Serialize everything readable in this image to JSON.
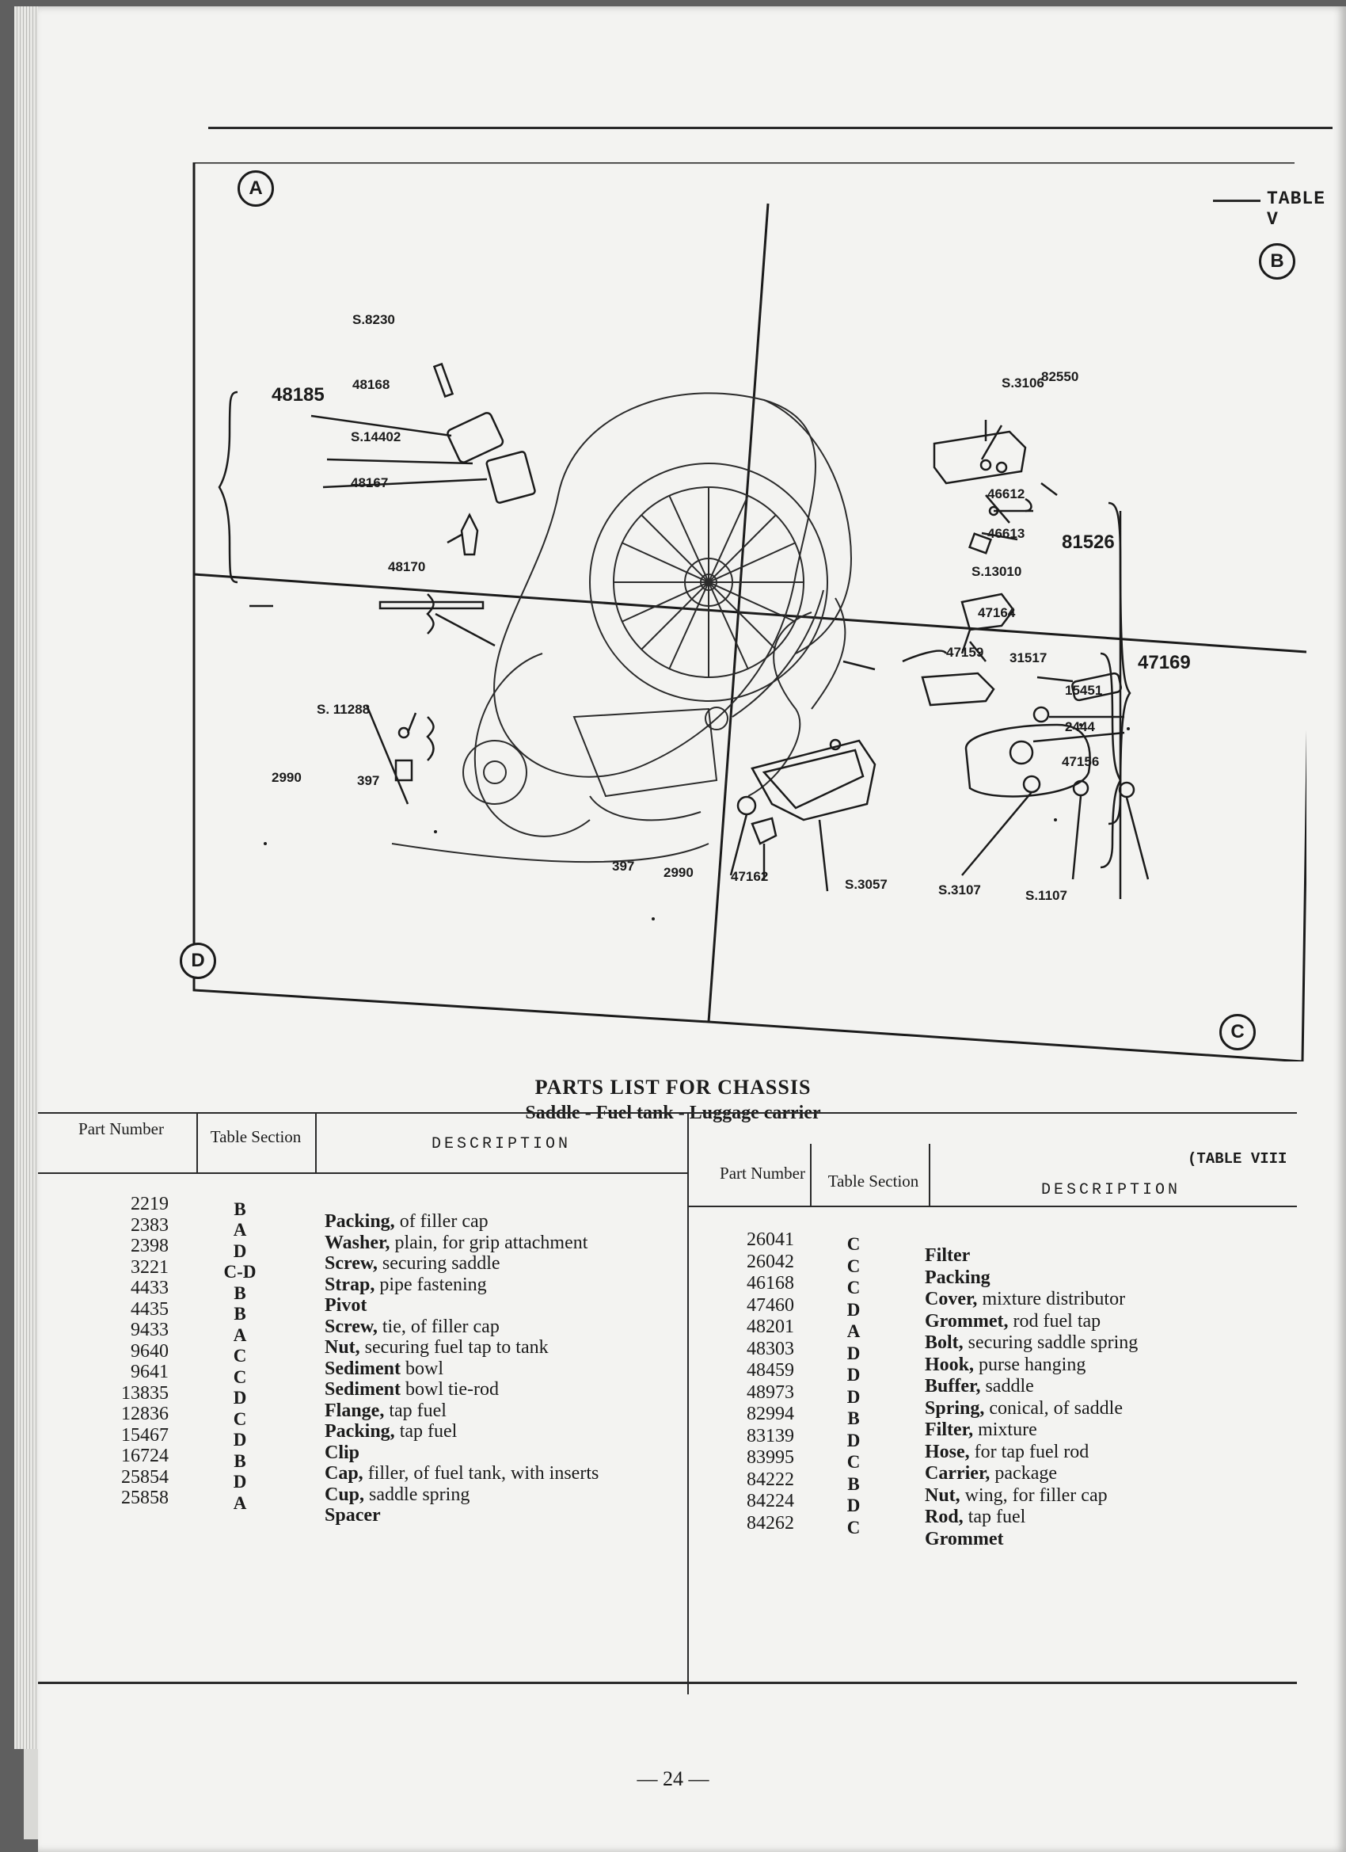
{
  "header": {
    "table_tag": "TABLE V"
  },
  "figure": {
    "quadrants": [
      "A",
      "B",
      "C",
      "D"
    ],
    "callouts": {
      "s8230": "S.8230",
      "p48185": "48185",
      "p48168": "48168",
      "s14402": "S.14402",
      "p48167": "48167",
      "p48170": "48170",
      "s11288": "S. 11288",
      "p2990a": "2990",
      "p397a": "397",
      "p397b": "397",
      "p2990b": "2990",
      "p47162": "47162",
      "p82550": "82550",
      "s3106": "S.3106",
      "p46612": "46612",
      "p46613": "46613",
      "p81526": "81526",
      "s13010": "S.13010",
      "p47164": "47164",
      "p47169": "47169",
      "p47159": "47159",
      "p31517": "31517",
      "p15451": "15451",
      "p2444": "2444",
      "p47156": "47156",
      "s3057": "S.3057",
      "s3107": "S.3107",
      "s1107": "S.1107"
    }
  },
  "parts_list": {
    "title": "PARTS LIST FOR CHASSIS",
    "subtitle": "Saddle - Fuel tank - Luggage carrier",
    "table_label": "(TABLE VIII",
    "headers": {
      "part_number": "Part Number",
      "table_section": "Table Section",
      "description": "DESCRIPTION"
    },
    "left": [
      {
        "pn": "2219",
        "sec": "B",
        "bold": "Packing,",
        "rest": " of filler cap"
      },
      {
        "pn": "2383",
        "sec": "A",
        "bold": "Washer,",
        "rest": " plain, for grip attachment"
      },
      {
        "pn": "2398",
        "sec": "D",
        "bold": "Screw,",
        "rest": " securing saddle"
      },
      {
        "pn": "3221",
        "sec": "C-D",
        "bold": "Strap,",
        "rest": " pipe fastening"
      },
      {
        "pn": "4433",
        "sec": "B",
        "bold": "Pivot",
        "rest": ""
      },
      {
        "pn": "4435",
        "sec": "B",
        "bold": "Screw,",
        "rest": " tie, of filler cap"
      },
      {
        "pn": "9433",
        "sec": "A",
        "bold": "Nut,",
        "rest": " securing fuel tap to tank"
      },
      {
        "pn": "9640",
        "sec": "C",
        "bold": "Sediment",
        "rest": " bowl"
      },
      {
        "pn": "9641",
        "sec": "C",
        "bold": "Sediment",
        "rest": " bowl tie-rod"
      },
      {
        "pn": "13835",
        "sec": "D",
        "bold": "Flange,",
        "rest": " tap fuel"
      },
      {
        "pn": "12836",
        "sec": "C",
        "bold": "Packing,",
        "rest": " tap fuel"
      },
      {
        "pn": "15467",
        "sec": "D",
        "bold": "Clip",
        "rest": ""
      },
      {
        "pn": "16724",
        "sec": "B",
        "bold": "Cap,",
        "rest": " filler, of fuel tank, with inserts"
      },
      {
        "pn": "25854",
        "sec": "D",
        "bold": "Cup,",
        "rest": " saddle spring"
      },
      {
        "pn": "25858",
        "sec": "A",
        "bold": "Spacer",
        "rest": ""
      }
    ],
    "right": [
      {
        "pn": "26041",
        "sec": "C",
        "bold": "Filter",
        "rest": ""
      },
      {
        "pn": "26042",
        "sec": "C",
        "bold": "Packing",
        "rest": ""
      },
      {
        "pn": "46168",
        "sec": "C",
        "bold": "Cover,",
        "rest": " mixture distributor"
      },
      {
        "pn": "47460",
        "sec": "D",
        "bold": "Grommet,",
        "rest": " rod fuel tap"
      },
      {
        "pn": "48201",
        "sec": "A",
        "bold": "Bolt,",
        "rest": " securing saddle spring"
      },
      {
        "pn": "48303",
        "sec": "D",
        "bold": "Hook,",
        "rest": " purse hanging"
      },
      {
        "pn": "48459",
        "sec": "D",
        "bold": "Buffer,",
        "rest": " saddle"
      },
      {
        "pn": "48973",
        "sec": "D",
        "bold": "Spring,",
        "rest": " conical, of saddle"
      },
      {
        "pn": "82994",
        "sec": "B",
        "bold": "Filter,",
        "rest": " mixture"
      },
      {
        "pn": "83139",
        "sec": "D",
        "bold": "Hose,",
        "rest": " for tap fuel rod"
      },
      {
        "pn": "83995",
        "sec": "C",
        "bold": "Carrier,",
        "rest": " package"
      },
      {
        "pn": "84222",
        "sec": "B",
        "bold": "Nut,",
        "rest": " wing, for filler cap"
      },
      {
        "pn": "84224",
        "sec": "D",
        "bold": "Rod,",
        "rest": " tap fuel"
      },
      {
        "pn": "84262",
        "sec": "C",
        "bold": "Grommet",
        "rest": ""
      }
    ]
  },
  "footer": {
    "page_number": "— 24 —"
  }
}
